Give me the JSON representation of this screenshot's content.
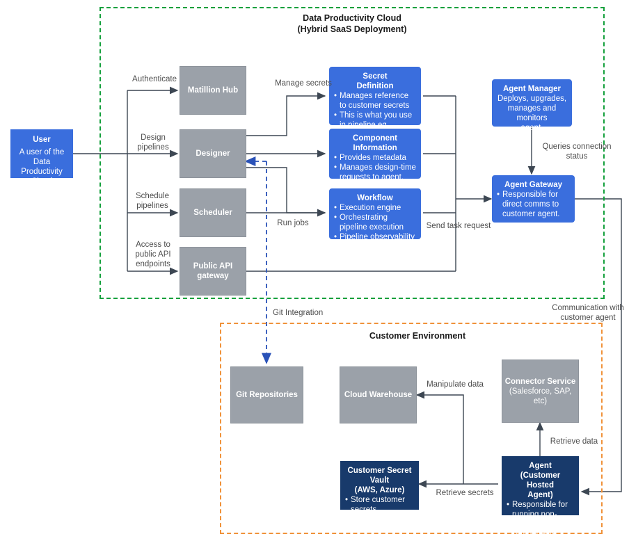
{
  "zones": {
    "cloud": {
      "title": "Data Productivity Cloud\n(Hybrid SaaS Deployment)",
      "border_color": "#14a03c"
    },
    "customer": {
      "title": "Customer Environment",
      "border_color": "#f0923a"
    }
  },
  "nodes": {
    "user": {
      "title": "User",
      "body": "A user of the Data\nProductivity Cloud\nUI/Cloud API",
      "color": "#3a6edd"
    },
    "matillion_hub": {
      "title": "Matillion Hub",
      "color": "#9ba1a9"
    },
    "designer": {
      "title": "Designer",
      "color": "#9ba1a9"
    },
    "scheduler": {
      "title": "Scheduler",
      "color": "#9ba1a9"
    },
    "public_api_gateway": {
      "title": "Public API\ngateway",
      "color": "#9ba1a9"
    },
    "secret_definition": {
      "title": "Secret\nDefinition",
      "bullets": [
        "Manages reference to customer secrets",
        "This is what you use in pipeline eg \"MY_SECRET"
      ],
      "color": "#3a6edd"
    },
    "component_information": {
      "title": "Component Information",
      "bullets": [
        "Provides metadata",
        "Manages design-time requests to agent, such as lookups"
      ],
      "color": "#3a6edd"
    },
    "workflow": {
      "title": "Workflow",
      "bullets": [
        "Execution engine",
        "Orchestrating pipeline execution",
        "Pipeline observability"
      ],
      "color": "#3a6edd"
    },
    "agent_manager": {
      "title": "Agent Manager",
      "body": "Deploys, upgrades,\nmanages and monitors\nagent.",
      "color": "#3a6edd"
    },
    "agent_gateway": {
      "title": "Agent Gateway",
      "bullets": [
        "Responsible for direct comms to customer agent."
      ],
      "color": "#3a6edd"
    },
    "git_repositories": {
      "title": "Git Repositories",
      "color": "#9ba1a9"
    },
    "cloud_warehouse": {
      "title": "Cloud Warehouse",
      "color": "#9ba1a9"
    },
    "connector_service": {
      "title": "Connector Service",
      "subtitle": "(Salesforce, SAP, etc)",
      "color": "#9ba1a9"
    },
    "customer_secret_vault": {
      "title": "Customer Secret Vault\n(AWS, Azure)",
      "bullets": [
        "Store customer secrets"
      ],
      "color": "#183a6b"
    },
    "agent": {
      "title": "Agent\n(Customer Hosted\nAgent)",
      "bullets": [
        "Responsible for running non-control flow components"
      ],
      "color": "#183a6b"
    }
  },
  "edges": {
    "authenticate": "Authenticate",
    "design_pipelines": "Design\npipelines",
    "schedule_pipelines": "Schedule\npipelines",
    "access_public_api": "Access to\npublic API\nendpoints",
    "manage_secrets": "Manage secrets",
    "run_jobs": "Run jobs",
    "send_task_request": "Send task request",
    "queries_connection_status": "Queries connection\nstatus",
    "git_integration": "Git Integration",
    "communication_with_customer_agent": "Communication with\ncustomer agent",
    "manipulate_data": "Manipulate data",
    "retrieve_data": "Retrieve data",
    "retrieve_secrets": "Retrieve secrets"
  }
}
